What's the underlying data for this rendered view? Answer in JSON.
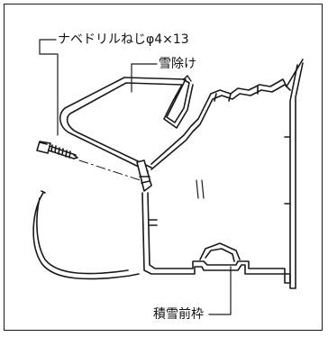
{
  "labels": {
    "screw": "ナベドリルねじφ4×13",
    "snow_guard": "雪除け",
    "snow_frame": "積雪前枠"
  },
  "colors": {
    "line": "#1a1a1a",
    "background": "#ffffff"
  }
}
